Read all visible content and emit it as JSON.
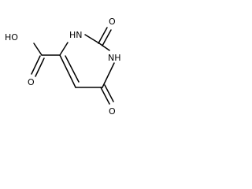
{
  "molecule": {
    "labels": {
      "hydroxyl": "HO",
      "carbonyl_o_acid": "O",
      "nh_top": "HN",
      "o_top": "O",
      "nh_right": "NH",
      "o_bottom": "O"
    }
  },
  "colors": {
    "bond": "#000000",
    "text": "#000000",
    "background": "#ffffff"
  }
}
